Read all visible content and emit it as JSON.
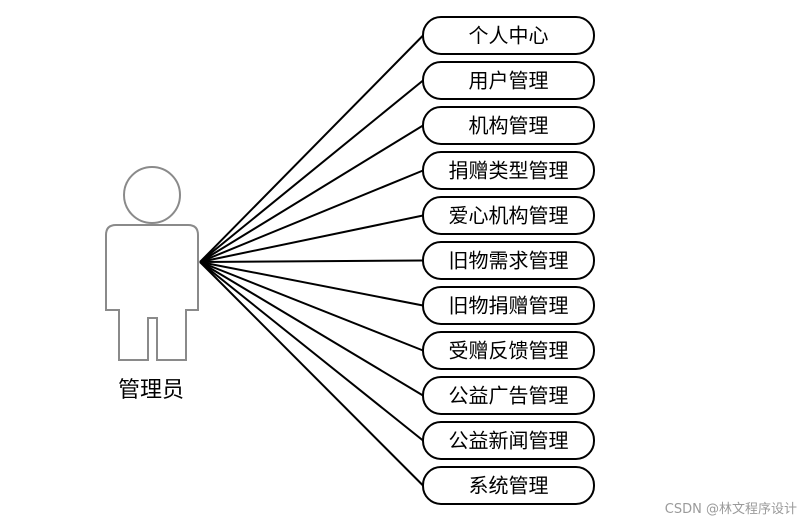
{
  "actor": {
    "label": "管理员"
  },
  "use_cases": [
    "个人中心",
    "用户管理",
    "机构管理",
    "捐赠类型管理",
    "爱心机构管理",
    "旧物需求管理",
    "旧物捐赠管理",
    "受赠反馈管理",
    "公益广告管理",
    "公益新闻管理",
    "系统管理"
  ],
  "watermark": "CSDN @林文程序设计"
}
